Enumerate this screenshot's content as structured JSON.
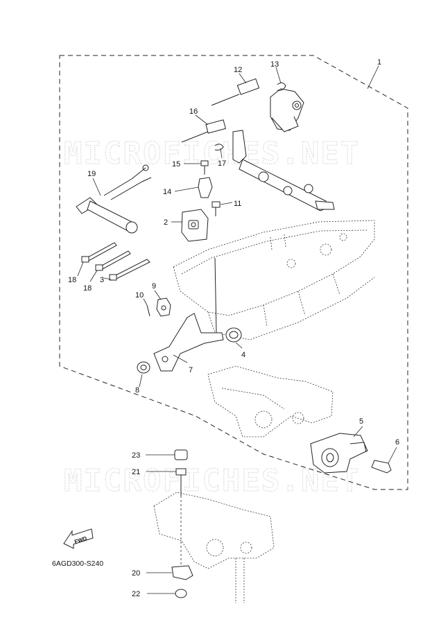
{
  "diagram": {
    "watermark_top": "MICROFICHES.NET",
    "watermark_bottom": "MICROFICHES.NET",
    "fwd_label": "FWD",
    "drawing_code": "6AGD300-S240",
    "callouts": [
      {
        "id": "c1",
        "text": "1"
      },
      {
        "id": "c2",
        "text": "2"
      },
      {
        "id": "c3",
        "text": "3"
      },
      {
        "id": "c4",
        "text": "4"
      },
      {
        "id": "c5",
        "text": "5"
      },
      {
        "id": "c6",
        "text": "6"
      },
      {
        "id": "c7",
        "text": "7"
      },
      {
        "id": "c8",
        "text": "8"
      },
      {
        "id": "c9",
        "text": "9"
      },
      {
        "id": "c10",
        "text": "10"
      },
      {
        "id": "c11",
        "text": "11"
      },
      {
        "id": "c12",
        "text": "12"
      },
      {
        "id": "c13",
        "text": "13"
      },
      {
        "id": "c14",
        "text": "14"
      },
      {
        "id": "c15",
        "text": "15"
      },
      {
        "id": "c16",
        "text": "16"
      },
      {
        "id": "c17",
        "text": "17"
      },
      {
        "id": "c18a",
        "text": "18"
      },
      {
        "id": "c18b",
        "text": "18"
      },
      {
        "id": "c19",
        "text": "19"
      },
      {
        "id": "c20",
        "text": "20"
      },
      {
        "id": "c21",
        "text": "21"
      },
      {
        "id": "c22",
        "text": "22"
      },
      {
        "id": "c23",
        "text": "23"
      }
    ]
  }
}
